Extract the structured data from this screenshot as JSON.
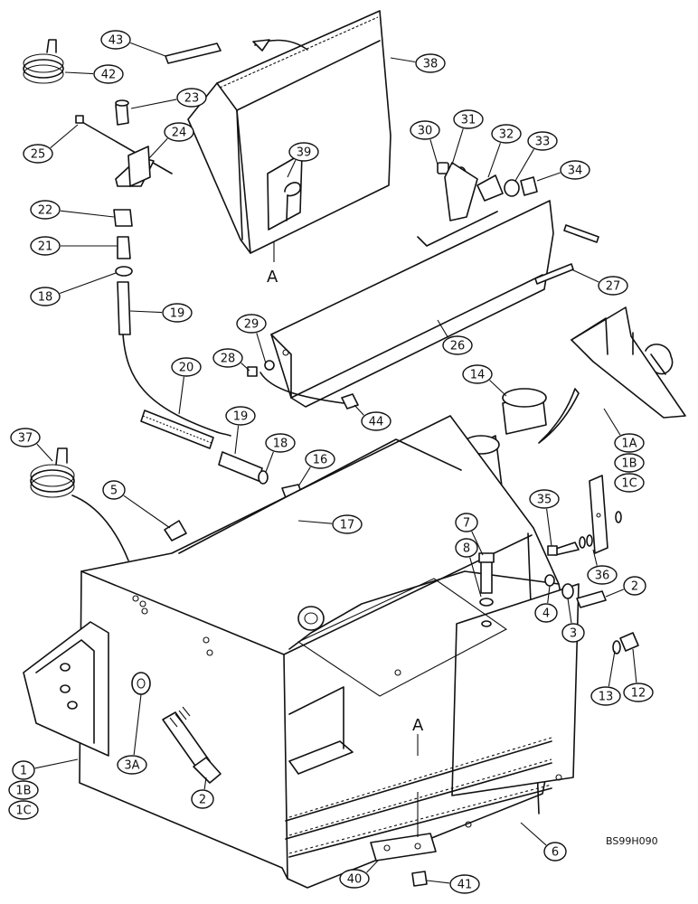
{
  "diagram": {
    "drawing_code": "BS99H090",
    "view_marker": "A",
    "callouts": [
      {
        "id": "c43",
        "text": "43"
      },
      {
        "id": "c42",
        "text": "42"
      },
      {
        "id": "c23",
        "text": "23"
      },
      {
        "id": "c25",
        "text": "25"
      },
      {
        "id": "c24",
        "text": "24"
      },
      {
        "id": "c22",
        "text": "22"
      },
      {
        "id": "c21",
        "text": "21"
      },
      {
        "id": "c18a",
        "text": "18"
      },
      {
        "id": "c19a",
        "text": "19"
      },
      {
        "id": "c38",
        "text": "38"
      },
      {
        "id": "c39",
        "text": "39"
      },
      {
        "id": "c30",
        "text": "30"
      },
      {
        "id": "c31",
        "text": "31"
      },
      {
        "id": "c32",
        "text": "32"
      },
      {
        "id": "c33",
        "text": "33"
      },
      {
        "id": "c34",
        "text": "34"
      },
      {
        "id": "c27",
        "text": "27"
      },
      {
        "id": "c29",
        "text": "29"
      },
      {
        "id": "c28",
        "text": "28"
      },
      {
        "id": "c26",
        "text": "26"
      },
      {
        "id": "c20",
        "text": "20"
      },
      {
        "id": "c14",
        "text": "14"
      },
      {
        "id": "c44",
        "text": "44"
      },
      {
        "id": "c37",
        "text": "37"
      },
      {
        "id": "c19b",
        "text": "19"
      },
      {
        "id": "c18b",
        "text": "18"
      },
      {
        "id": "c16",
        "text": "16"
      },
      {
        "id": "c5",
        "text": "5"
      },
      {
        "id": "c17",
        "text": "17"
      },
      {
        "id": "c1A",
        "text": "1A"
      },
      {
        "id": "c1B",
        "text": "1B"
      },
      {
        "id": "c1C",
        "text": "1C"
      },
      {
        "id": "c35",
        "text": "35"
      },
      {
        "id": "c7",
        "text": "7"
      },
      {
        "id": "c8",
        "text": "8"
      },
      {
        "id": "c36",
        "text": "36"
      },
      {
        "id": "c2a",
        "text": "2"
      },
      {
        "id": "c4",
        "text": "4"
      },
      {
        "id": "c3",
        "text": "3"
      },
      {
        "id": "c13",
        "text": "13"
      },
      {
        "id": "c12",
        "text": "12"
      },
      {
        "id": "c1",
        "text": "1"
      },
      {
        "id": "c1Bb",
        "text": "1B"
      },
      {
        "id": "c1Cb",
        "text": "1C"
      },
      {
        "id": "c3A",
        "text": "3A"
      },
      {
        "id": "c2b",
        "text": "2"
      },
      {
        "id": "c6",
        "text": "6"
      },
      {
        "id": "c40",
        "text": "40"
      },
      {
        "id": "c41",
        "text": "41"
      }
    ]
  }
}
